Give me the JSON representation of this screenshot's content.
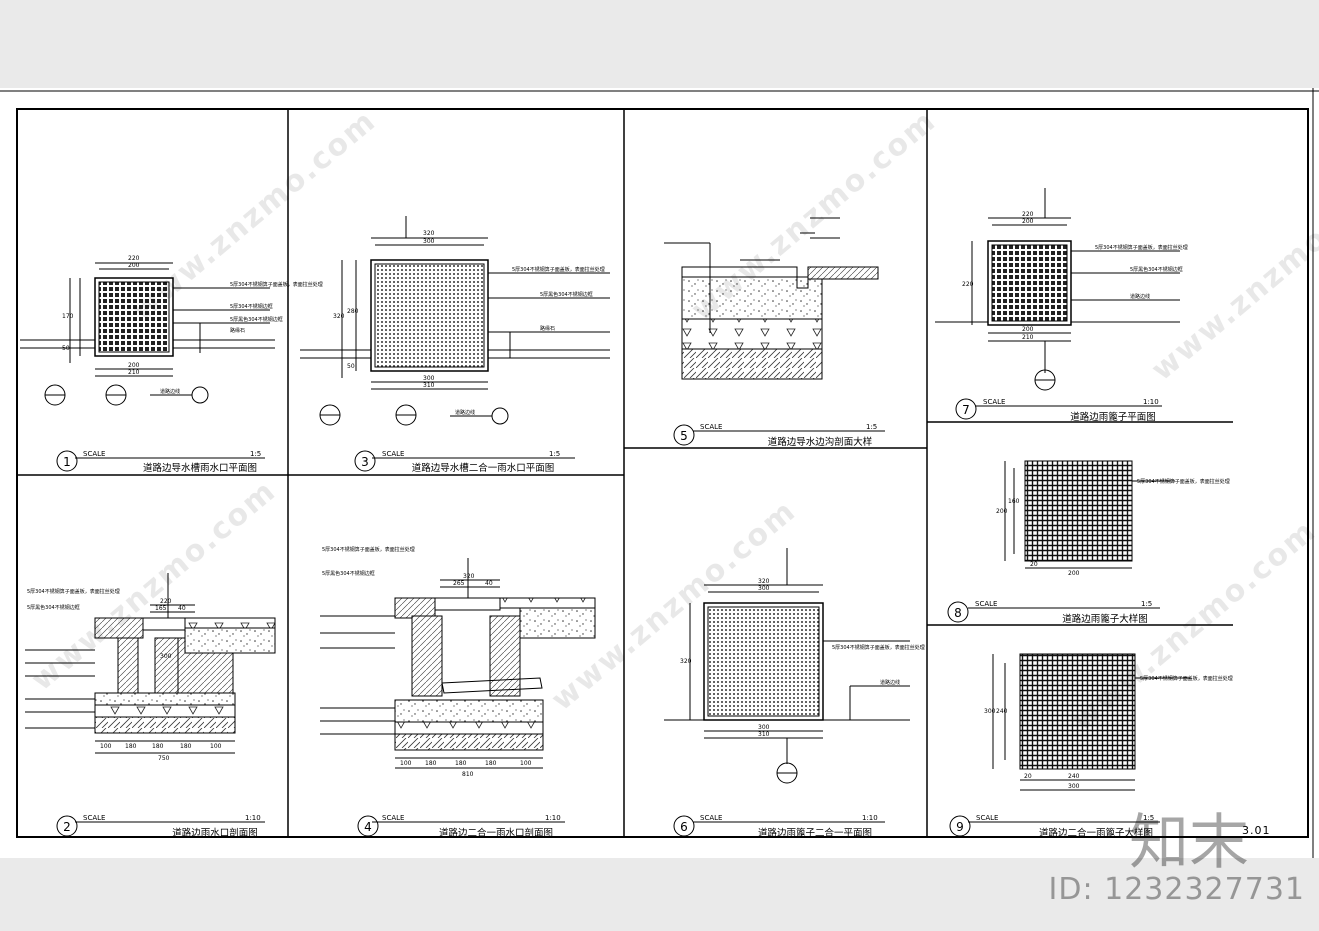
{
  "drawing": {
    "sheet_number": "3.01",
    "scale_word": "SCALE",
    "panels": [
      {
        "num": "1",
        "title": "道路边导水槽雨水口平面图",
        "scale": "1:5"
      },
      {
        "num": "2",
        "title": "道路边雨水口剖面图",
        "scale": "1:10"
      },
      {
        "num": "3",
        "title": "道路边导水槽二合一雨水口平面图",
        "scale": "1:5"
      },
      {
        "num": "4",
        "title": "道路边二合一雨水口剖面图",
        "scale": "1:10"
      },
      {
        "num": "5",
        "title": "道路边导水边沟剖面大样",
        "scale": "1:5"
      },
      {
        "num": "6",
        "title": "道路边雨篦子二合一平面图",
        "scale": "1:10"
      },
      {
        "num": "7",
        "title": "道路边雨篦子平面图",
        "scale": "1:10"
      },
      {
        "num": "8",
        "title": "道路边雨篦子大样图",
        "scale": "1:5"
      },
      {
        "num": "9",
        "title": "道路边二合一雨篦子大样图",
        "scale": "1:5"
      }
    ],
    "dims": {
      "p1": [
        "220",
        "200",
        "200",
        "210",
        "170",
        "50"
      ],
      "p3": [
        "320",
        "300",
        "300",
        "310",
        "320",
        "280",
        "50"
      ],
      "p6": [
        "320",
        "300",
        "300",
        "310",
        "320"
      ],
      "p7": [
        "220",
        "200",
        "200",
        "210",
        "220"
      ],
      "p8": [
        "200",
        "160",
        "20",
        "200"
      ],
      "p9": [
        "300",
        "240",
        "20",
        "240",
        "300"
      ],
      "p2": [
        "220",
        "165",
        "40",
        "100",
        "180",
        "180",
        "180",
        "100",
        "750",
        "300"
      ],
      "p4": [
        "320",
        "265",
        "40",
        "100",
        "180",
        "180",
        "180",
        "100",
        "810"
      ]
    },
    "notes": {
      "grate304": "5厚304不锈钢箅子面盖板，表面拉丝处理",
      "frame304": "5厚304不锈钢边框",
      "frame304b": "5厚黑色304不锈钢边框",
      "edge": "路缘石",
      "collar": "道路边线",
      "drain": "道路边线"
    }
  }
}
